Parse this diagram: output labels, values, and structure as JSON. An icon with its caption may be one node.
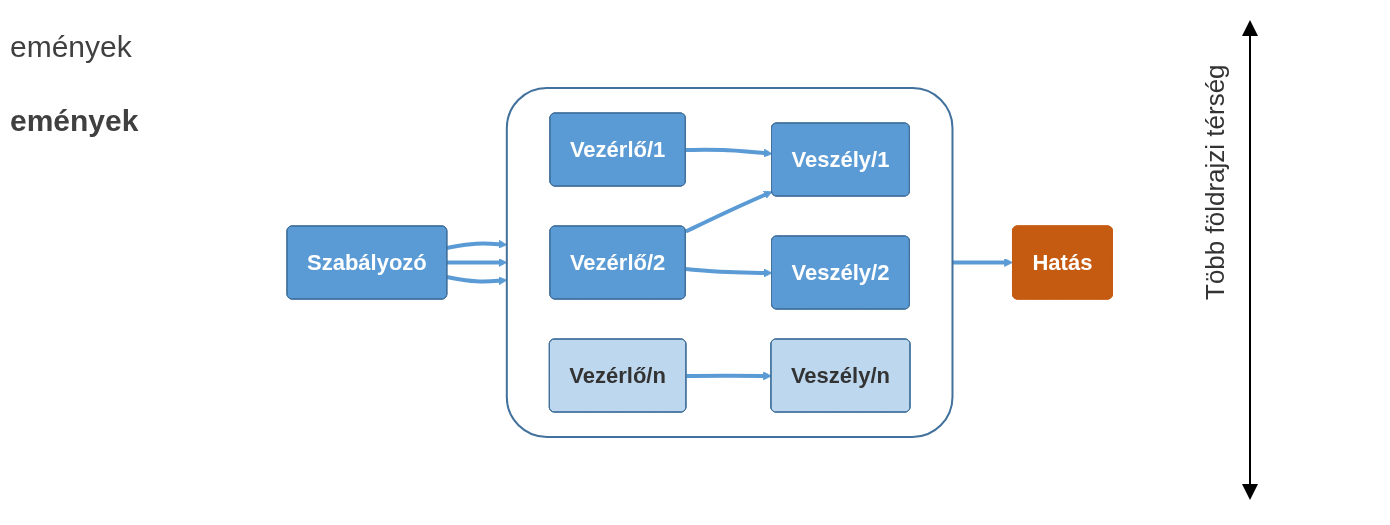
{
  "diagram": {
    "nodes": [
      {
        "text": [
          "Szabályozó"
        ]
      },
      {
        "text": [],
        "shape": "box"
      },
      {
        "text": [
          "Vezérlő/1"
        ],
        "in": 1
      },
      {
        "text": [
          "Veszély/1"
        ],
        "in": 1
      },
      {
        "text": [
          "Vezérlő/2"
        ],
        "in": 1
      },
      {
        "text": [
          "Veszély/2"
        ],
        "in": 1
      },
      {
        "text": [
          "Vezérlő/n"
        ],
        "in": 1
      },
      {
        "text": [
          "Veszély/n"
        ],
        "in": 1
      },
      {
        "text": [
          "Hatás"
        ]
      }
    ],
    "edges": [
      {
        "from": 0,
        "to": 1,
        "arrow": "to"
      },
      {
        "from": 0,
        "to": 1,
        "arrow": "to"
      },
      {
        "from": 0,
        "to": 1,
        "arrow": "to"
      },
      {
        "from": 2,
        "to": 3,
        "arrow": "to"
      },
      {
        "from": 4,
        "to": 3,
        "arrow": "to"
      },
      {
        "from": 4,
        "to": 5,
        "arrow": "to"
      },
      {
        "from": 6,
        "to": 7,
        "arrow": "to"
      },
      {
        "from": 1,
        "to": 8,
        "arrow": "to"
      }
    ],
    "labels": [
      "emények",
      "emények",
      "Több földrajzi térség"
    ]
  }
}
